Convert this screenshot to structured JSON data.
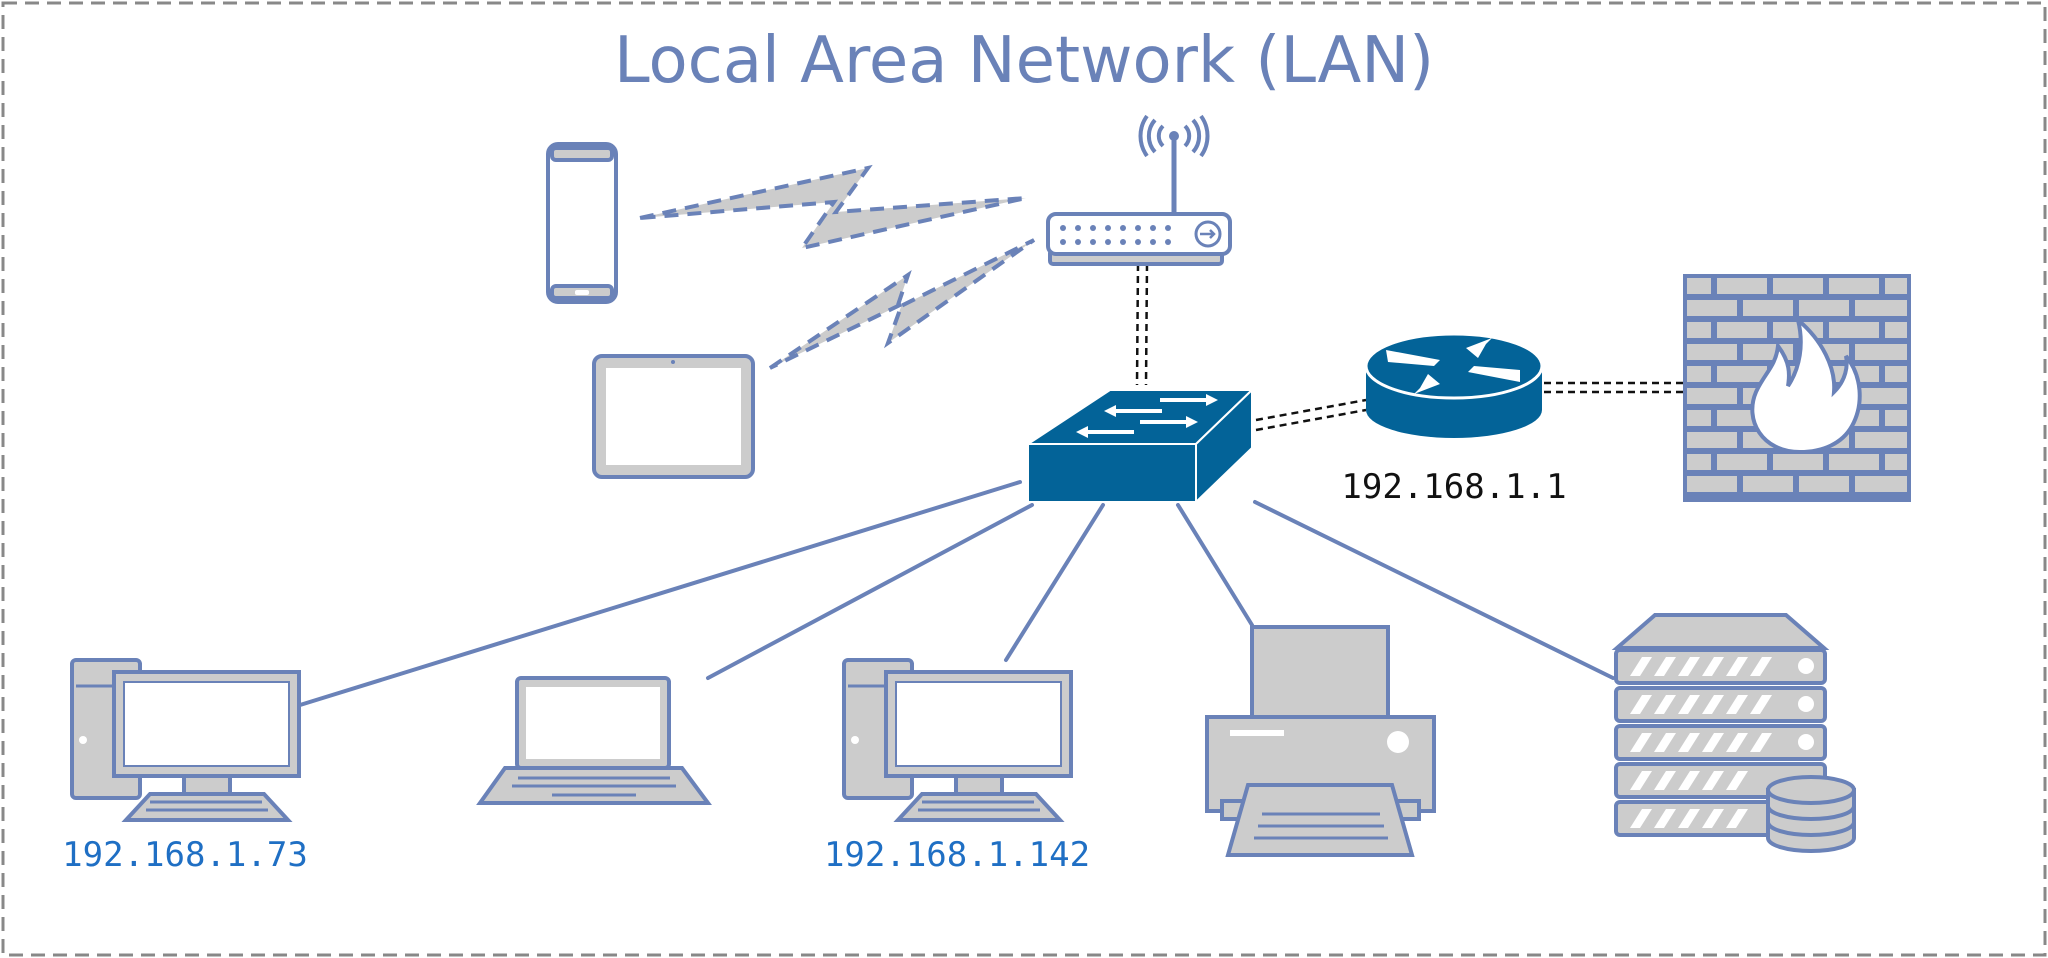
{
  "title": "Local Area Network (LAN)",
  "labels": {
    "pc1_ip": "192.168.1.73",
    "pc2_ip": "192.168.1.142",
    "router_ip": "192.168.1.1"
  },
  "colors": {
    "outline": "#6a82b8",
    "device_fill": "#cccccc",
    "network_core": "#036398",
    "ip_label_blue": "#1f6fc4",
    "title": "#6a82b8",
    "border": "#888888"
  },
  "icons": [
    "smartphone-icon",
    "tablet-icon",
    "wireless-access-point-icon",
    "switch-icon",
    "router-icon",
    "firewall-icon",
    "desktop-pc-icon",
    "laptop-icon",
    "printer-icon",
    "server-icon",
    "database-icon",
    "wireless-link-icon"
  ]
}
